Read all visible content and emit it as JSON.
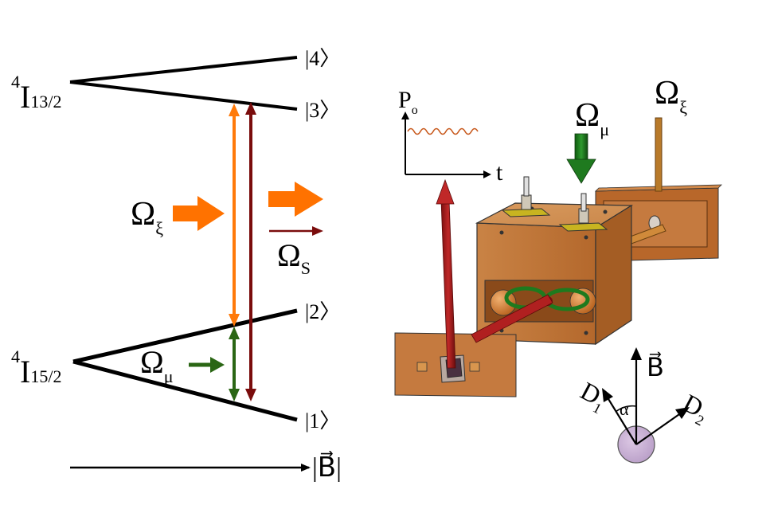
{
  "energy_diagram": {
    "upper_manifold": {
      "superscript": "4",
      "main": "I",
      "subscript": "13/2"
    },
    "lower_manifold": {
      "superscript": "4",
      "main": "I",
      "subscript": "15/2"
    },
    "levels": [
      {
        "label": "|4〉"
      },
      {
        "label": "|3〉"
      },
      {
        "label": "|2〉"
      },
      {
        "label": "|1〉"
      }
    ],
    "optical_drive": {
      "symbol": "Ω",
      "subscript": "ξ",
      "color": "#ff7200"
    },
    "microwave_drive": {
      "symbol": "Ω",
      "subscript": "μ",
      "color": "#2a6614"
    },
    "signal": {
      "symbol": "Ω",
      "subscript": "S",
      "color": "#7a0c0c"
    },
    "field_axis": {
      "label": "|B⃗|"
    }
  },
  "apparatus": {
    "power_plot": {
      "ylabel": "P",
      "ylabel_sub": "o",
      "xlabel": "t",
      "wave_color": "#c85a1e"
    },
    "optical_label": {
      "symbol": "Ω",
      "subscript": "ξ"
    },
    "microwave_label": {
      "symbol": "Ω",
      "subscript": "μ"
    },
    "box_color": "#c57a3f",
    "input_fiber_color": "#c08233"
  },
  "orientation": {
    "b_label": "B⃗",
    "d1_label": "D",
    "d1_sub": "1",
    "d2_label": "D",
    "d2_sub": "2",
    "angle_label": "α",
    "crystal_color": "#c8b0d2"
  }
}
